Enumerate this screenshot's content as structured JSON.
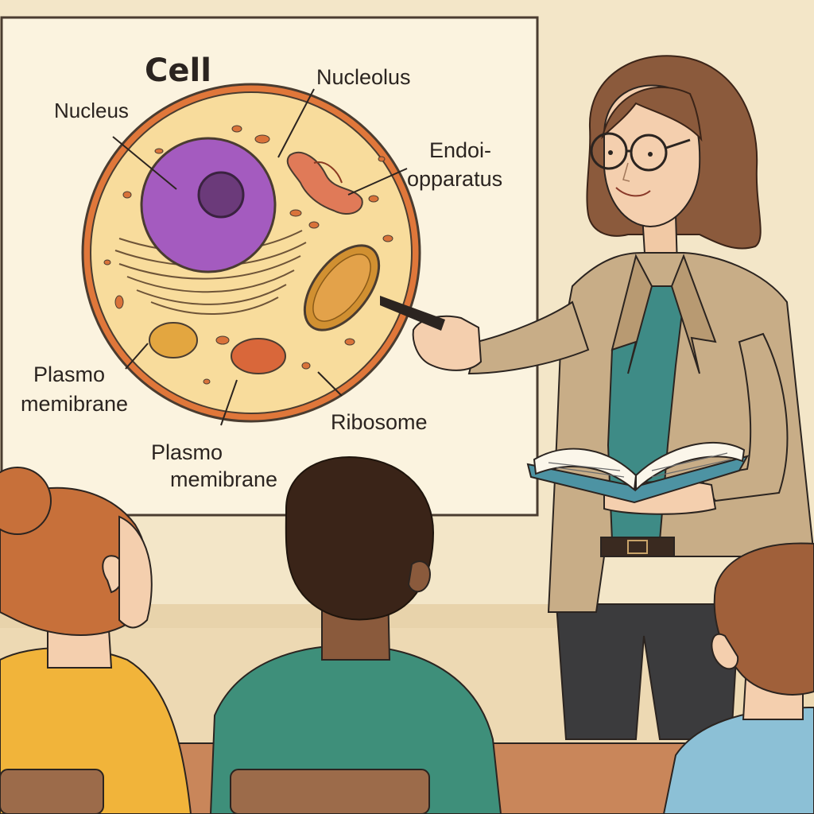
{
  "poster": {
    "title": "Cell",
    "labels": {
      "nucleus": "Nucleus",
      "nucleolus": "Nucleolus",
      "endo_line1": "Endoi-",
      "endo_line2": "opparatus",
      "plasma_left_line1": "Plasmo",
      "plasma_left_line2": "memibrane",
      "ribosome": "Ribosome",
      "plasma_bottom_line1": "Plasmo",
      "plasma_bottom_line2": "memibrane"
    }
  },
  "colors": {
    "wall": "#f3e6c8",
    "poster": "#fbf3df",
    "cell_membrane": "#e0773a",
    "cytoplasm": "#f8dc9c",
    "nucleus": "#a45bbf",
    "nucleolus": "#6b3a7a",
    "jacket": "#c8ad87",
    "teacher_shirt": "#3e8b86",
    "book_cover": "#4d93a3"
  }
}
